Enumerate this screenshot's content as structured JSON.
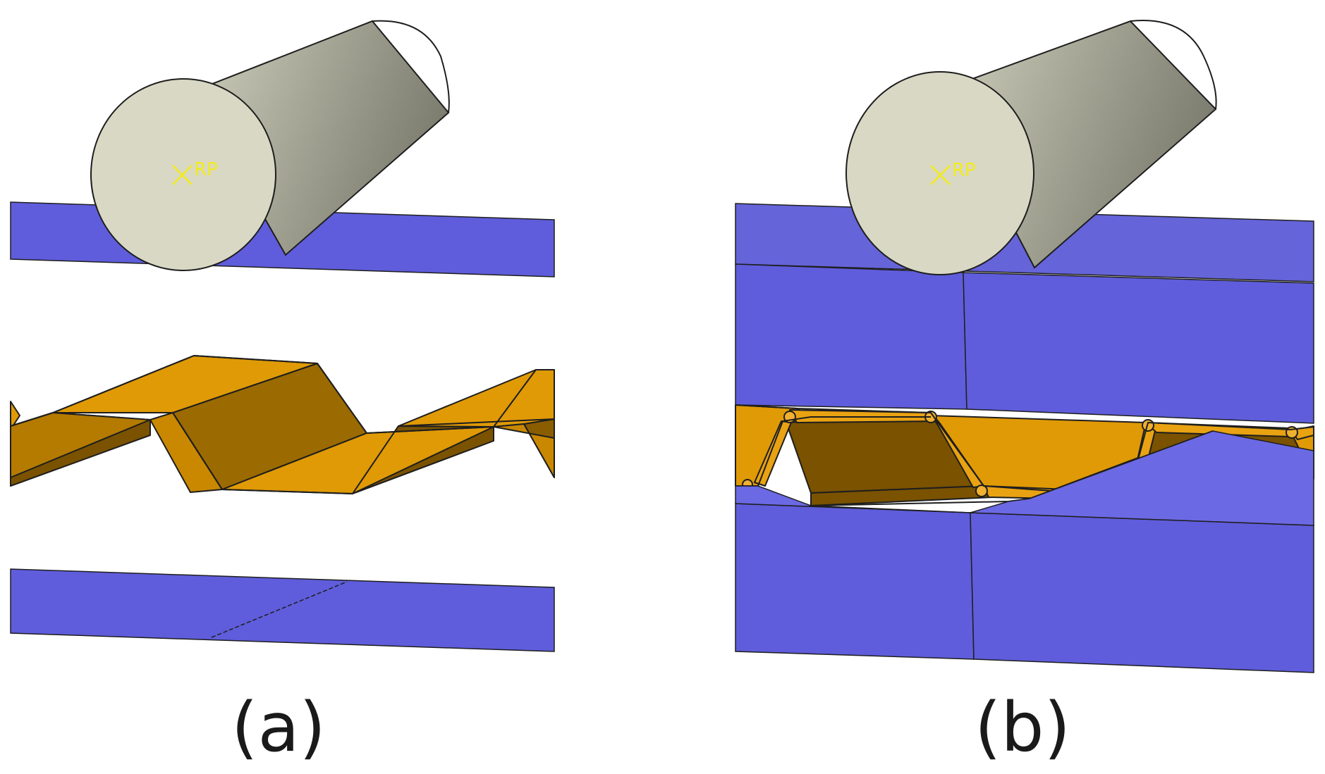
{
  "figure": {
    "panels": [
      {
        "id": "a",
        "caption": "(a)",
        "reference_point_label": "RP"
      },
      {
        "id": "b",
        "caption": "(b)",
        "reference_point_label": "RP"
      }
    ],
    "colors": {
      "plate_face": "#5f5ddb",
      "plate_top": "#6b69e3",
      "core_light": "#e09a06",
      "core_mid": "#b57a00",
      "core_dark": "#7a5200",
      "roller_face": "#d9d8c4",
      "roller_body_light": "#cfcfbd",
      "roller_body_dark": "#7d7d70",
      "reference_point": "#f2ea1c",
      "edge": "#1e1e1e"
    }
  }
}
